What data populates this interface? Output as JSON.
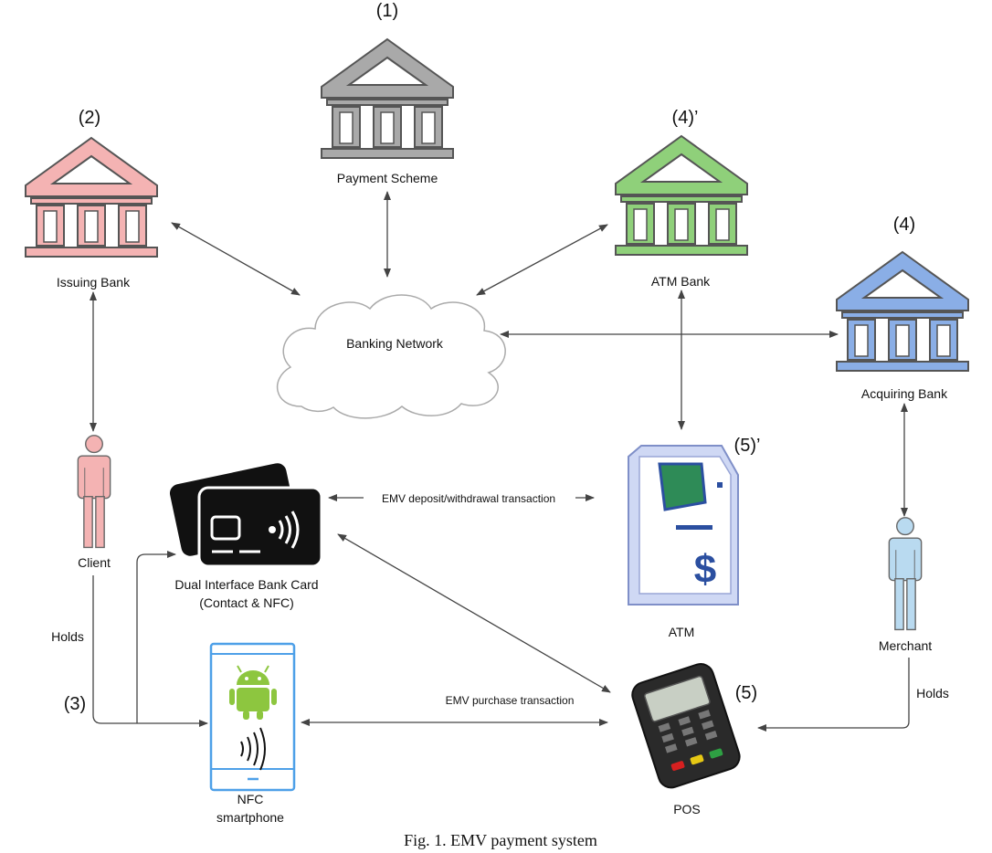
{
  "nodes": {
    "payment_scheme": {
      "number": "(1)",
      "label": "Payment Scheme",
      "color": "#a9a9a9"
    },
    "issuing_bank": {
      "number": "(2)",
      "label": "Issuing Bank",
      "color": "#f4b3b3"
    },
    "atm_bank": {
      "number": "(4)’",
      "label": "ATM Bank",
      "color": "#8fd07a"
    },
    "acquiring_bank": {
      "number": "(4)",
      "label": "Acquiring Bank",
      "color": "#8aaee6"
    },
    "banking_network": {
      "label": "Banking Network"
    },
    "client": {
      "label": "Client",
      "color": "#f4b3b3"
    },
    "merchant": {
      "label": "Merchant",
      "color": "#b9daf0"
    },
    "card": {
      "label_line1": "Dual Interface Bank Card",
      "label_line2": "(Contact & NFC)"
    },
    "atm": {
      "number": "(5)’",
      "label": "ATM",
      "icon": "atm-machine-icon"
    },
    "pos": {
      "number": "(5)",
      "label": "POS",
      "icon": "pos-terminal-icon"
    },
    "smartphone": {
      "number": "(3)",
      "label_line1": "NFC",
      "label_line2": "smartphone",
      "icon": "android-icon"
    }
  },
  "edges": {
    "emv_deposit": "EMV deposit/withdrawal transaction",
    "emv_purchase": "EMV purchase transaction",
    "client_holds": "Holds",
    "merchant_holds": "Holds"
  },
  "caption": "Fig. 1.  EMV payment system"
}
